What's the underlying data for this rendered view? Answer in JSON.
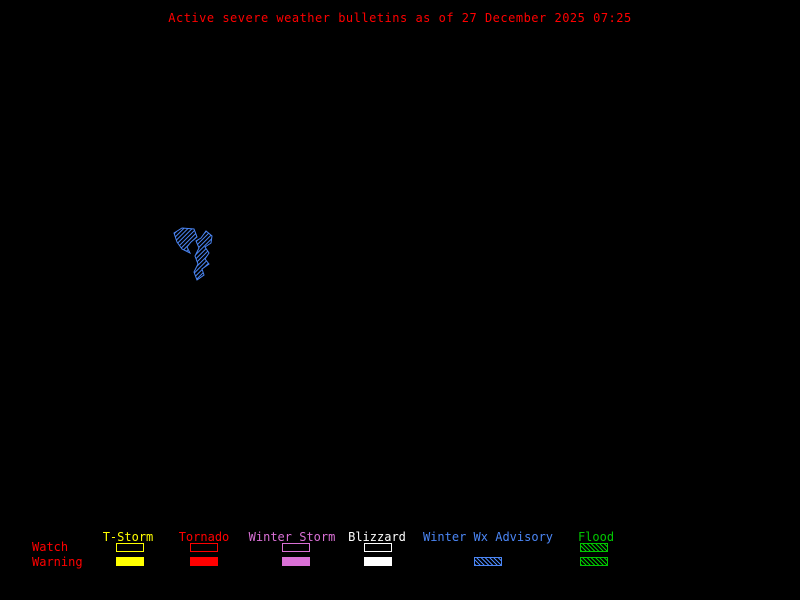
{
  "title": {
    "text": "Active severe weather bulletins as of 27 December 2025 07:25",
    "color": "#ff0000"
  },
  "map": {
    "advisory_color": "#4b86f5",
    "advisory_type": "Winter Wx Advisory"
  },
  "legend": {
    "watch_label": "Watch",
    "warning_label": "Warning",
    "row_label_color": "#ff0000",
    "columns": [
      {
        "label": "T-Storm",
        "color": "#ffff00",
        "watch_style": "outline",
        "warning_style": "solid"
      },
      {
        "label": "Tornado",
        "color": "#ff0000",
        "watch_style": "outline",
        "warning_style": "solid"
      },
      {
        "label": "Winter Storm",
        "color": "#da70d6",
        "watch_style": "outline",
        "warning_style": "solid"
      },
      {
        "label": "Blizzard",
        "color": "#ffffff",
        "watch_style": "outline",
        "warning_style": "solid"
      },
      {
        "label": "Winter Wx Advisory",
        "color": "#4b86f5",
        "watch_style": "none",
        "warning_style": "hatch"
      },
      {
        "label": "Flood",
        "color": "#00c800",
        "watch_style": "hatch",
        "warning_style": "hatch"
      }
    ]
  }
}
